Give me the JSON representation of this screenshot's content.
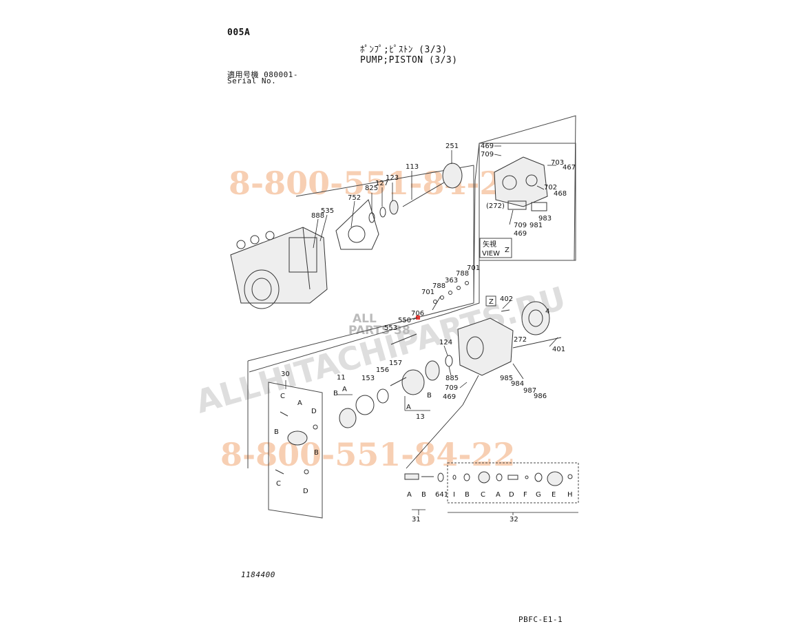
{
  "header": {
    "page_code": "005A",
    "title_jp": "ﾎﾟﾝﾌﾟ;ﾋﾟｽﾄﾝ (3/3)",
    "title_en": "PUMP;PISTON (3/3)",
    "serial_jp": "適用号機  080001-",
    "serial_en": "Serial No."
  },
  "footer": {
    "figure_number": "1184400",
    "sheet_code": "PBFC-E1-1"
  },
  "watermarks": {
    "phone_top": "8-800-551-84-22",
    "phone_bottom": "8-800-551-84-22",
    "site": "ALLHITACHIPARTS.RU",
    "logo_line1": "ALL",
    "logo_line2": "PARTS 38"
  },
  "view_box": {
    "jp": "矢視",
    "en": "VIEW",
    "letter": "Z"
  },
  "callouts": {
    "c251": "251",
    "c113": "113",
    "c123": "123",
    "c127": "127",
    "c825": "825",
    "c752": "752",
    "c535": "535",
    "c888": "888",
    "c469a": "469",
    "c709a": "709",
    "c703": "703",
    "c467": "467",
    "c702": "702",
    "c468": "468",
    "c272a": "(272)",
    "c983": "983",
    "c709b": "709",
    "c981": "981",
    "c469b": "469",
    "c701a": "701",
    "c788a": "788",
    "c363": "363",
    "c788b": "788",
    "c701b": "701",
    "c706": "706",
    "c550": "550",
    "c553": "553",
    "c402": "402",
    "c4": "4",
    "c272b": "272",
    "c401": "401",
    "c124": "124",
    "c885": "885",
    "c157": "157",
    "c156": "156",
    "c153": "153",
    "c709c": "709",
    "c469c": "469",
    "c985": "985",
    "c984": "984",
    "c987": "987",
    "c986": "986",
    "c11": "11",
    "c11B": "B",
    "c11A": "A",
    "c13": "13",
    "c13A": "A",
    "c13B": "B",
    "c30": "30",
    "c30C1": "C",
    "c30A1": "A",
    "c30D1": "D",
    "c30B1": "B",
    "c30B2": "B",
    "c30C2": "C",
    "c30D2": "D",
    "zflag": "Z",
    "c31": "31",
    "c31A": "A",
    "c31B": "B",
    "c641": "641",
    "cI": "I",
    "cB": "B",
    "cC": "C",
    "cA": "A",
    "cD": "D",
    "cF": "F",
    "cG": "G",
    "cE": "E",
    "cH": "H",
    "c32": "32"
  }
}
